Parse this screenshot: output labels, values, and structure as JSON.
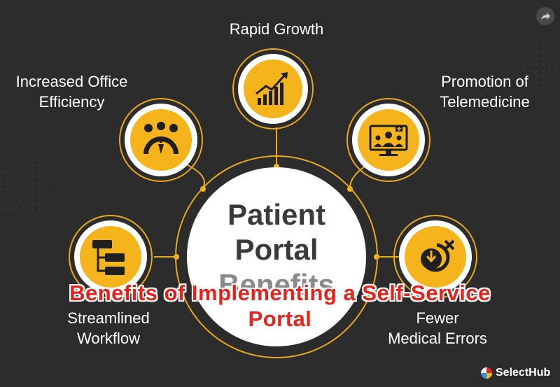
{
  "diagram": {
    "center_title": [
      "Patient",
      "Portal",
      "Benefits"
    ],
    "nodes": [
      {
        "id": "rapid-growth",
        "label": [
          "Rapid Growth"
        ],
        "icon": "growth-chart-icon"
      },
      {
        "id": "office-efficiency",
        "label": [
          "Increased Office",
          "Efficiency"
        ],
        "icon": "gear-money-icon"
      },
      {
        "id": "telemedicine",
        "label": [
          "Promotion of",
          "Telemedicine"
        ],
        "icon": "video-conference-icon"
      },
      {
        "id": "streamlined-workflow",
        "label": [
          "Streamlined",
          "Workflow"
        ],
        "icon": "flowchart-icon"
      },
      {
        "id": "medical-errors",
        "label": [
          "Fewer",
          "Medical Errors"
        ],
        "icon": "download-error-icon"
      }
    ]
  },
  "overlay": {
    "title_lines": [
      "Benefits of Implementing a Self-Service",
      "Portal"
    ]
  },
  "brand": {
    "name": "SelectHub"
  },
  "colors": {
    "background": "#2c2c2c",
    "accent": "#f5b41b",
    "ring": "#e8a81c",
    "overlay_text": "#e8221b"
  }
}
